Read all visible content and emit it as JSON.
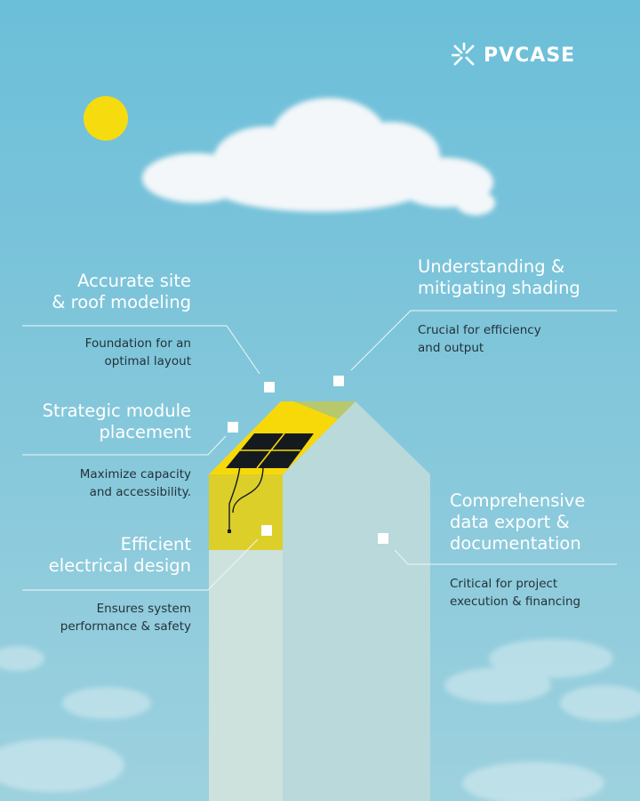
{
  "brand": {
    "name": "PVCASE",
    "icon": "pvcase-logo-icon"
  },
  "colors": {
    "accent_yellow": "#f6d80c",
    "sky": "#79c3da",
    "panel": "#171c21"
  },
  "features": [
    {
      "title_lines": [
        "Accurate site",
        "& roof modeling"
      ],
      "desc_lines": [
        "Foundation for an",
        "optimal layout"
      ]
    },
    {
      "title_lines": [
        "Understanding &",
        "mitigating shading"
      ],
      "desc_lines": [
        "Crucial for efficiency",
        "and output"
      ]
    },
    {
      "title_lines": [
        "Strategic module",
        "placement"
      ],
      "desc_lines": [
        "Maximize capacity",
        "and accessibility."
      ]
    },
    {
      "title_lines": [
        "Comprehensive",
        "data export &",
        "documentation"
      ],
      "desc_lines": [
        "Critical for project",
        "execution & financing"
      ]
    },
    {
      "title_lines": [
        "Efficient",
        "electrical design"
      ],
      "desc_lines": [
        "Ensures system",
        "performance & safety"
      ]
    }
  ]
}
